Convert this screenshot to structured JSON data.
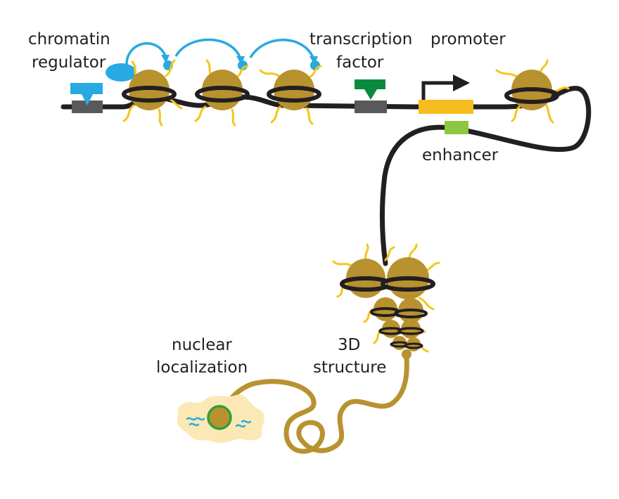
{
  "labels": {
    "chromatin_regulator": [
      "chromatin",
      "regulator"
    ],
    "transcription_factor": [
      "transcription",
      "factor"
    ],
    "promoter": "promoter",
    "enhancer": "enhancer",
    "nuclear_localization": [
      "nuclear",
      "localization"
    ],
    "structure_3d": [
      "3D",
      "structure"
    ]
  },
  "colors": {
    "dna": "#231f20",
    "nucleosome": "#b8922e",
    "histone_tail": "#f5c518",
    "chromatin_regulator": "#27aae1",
    "transcription_factor": "#0a8a3e",
    "promoter": "#f7bd1e",
    "enhancer": "#8dc63f",
    "binding_site": "#58595b",
    "nucleus": "#fbe8b5",
    "localization_spot": "#2e9e3e"
  },
  "icons": {
    "promoter_arrow": "transcription-start-arrow-icon",
    "modification_arrow": "curved-arrow-icon"
  }
}
